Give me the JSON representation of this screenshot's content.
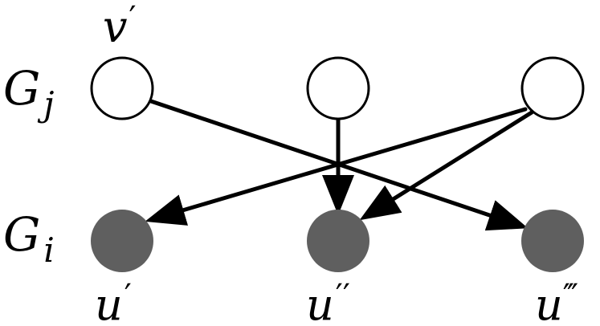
{
  "colors": {
    "stroke": "#000000",
    "background": "#ffffff",
    "filled_node": "#5f5f5f"
  },
  "labels": {
    "top_node_label_main": "v",
    "top_node_label_prime": "′",
    "row_top_main": "G",
    "row_top_sub": "j",
    "row_bottom_main": "G",
    "row_bottom_sub": "i",
    "bottom_left_main": "u",
    "bottom_left_prime": "′",
    "bottom_mid_main": "u",
    "bottom_mid_prime": "′′",
    "bottom_right_main": "u",
    "bottom_right_prime": "′′′"
  }
}
